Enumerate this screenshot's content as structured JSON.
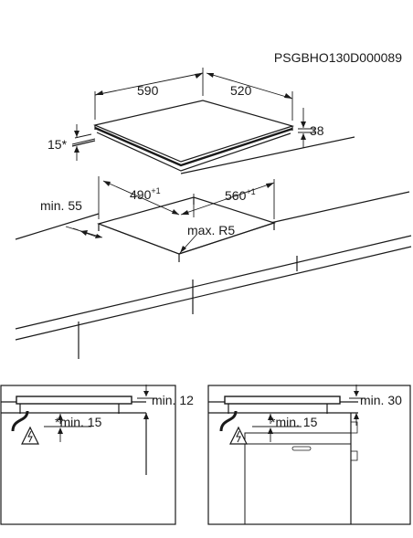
{
  "document_code": "PSGBHO130D000089",
  "top_view": {
    "width_label": "590",
    "depth_label": "520",
    "flush_label": "15*",
    "height_label": "38",
    "cutout_width_label": "490",
    "cutout_width_tol": "+1",
    "cutout_depth_label": "560",
    "cutout_depth_tol": "+1",
    "rear_min_label": "min. 55",
    "radius_label": "max. R5"
  },
  "side_view_left": {
    "clearance_top_label": "min. 12",
    "clearance_below_label": "*min. 15"
  },
  "side_view_right": {
    "clearance_top_label": "min. 30",
    "clearance_below_label": "*min. 15"
  }
}
